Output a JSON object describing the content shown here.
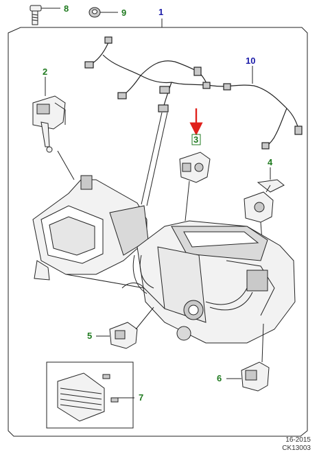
{
  "colors": {
    "callout_green": "#1f7a1f",
    "callout_blue": "#1a1aa8",
    "indicator_red": "#e0201b",
    "line": "#222222",
    "part_fill": "#f2f2f2",
    "part_shade": "#c9c9c9"
  },
  "callouts": {
    "c1": "1",
    "c2": "2",
    "c3": "3",
    "c4": "4",
    "c5": "5",
    "c6": "6",
    "c7": "7",
    "c8": "8",
    "c9": "9",
    "c10": "10"
  },
  "footer": {
    "date": "16-2015",
    "code": "CK13003"
  }
}
